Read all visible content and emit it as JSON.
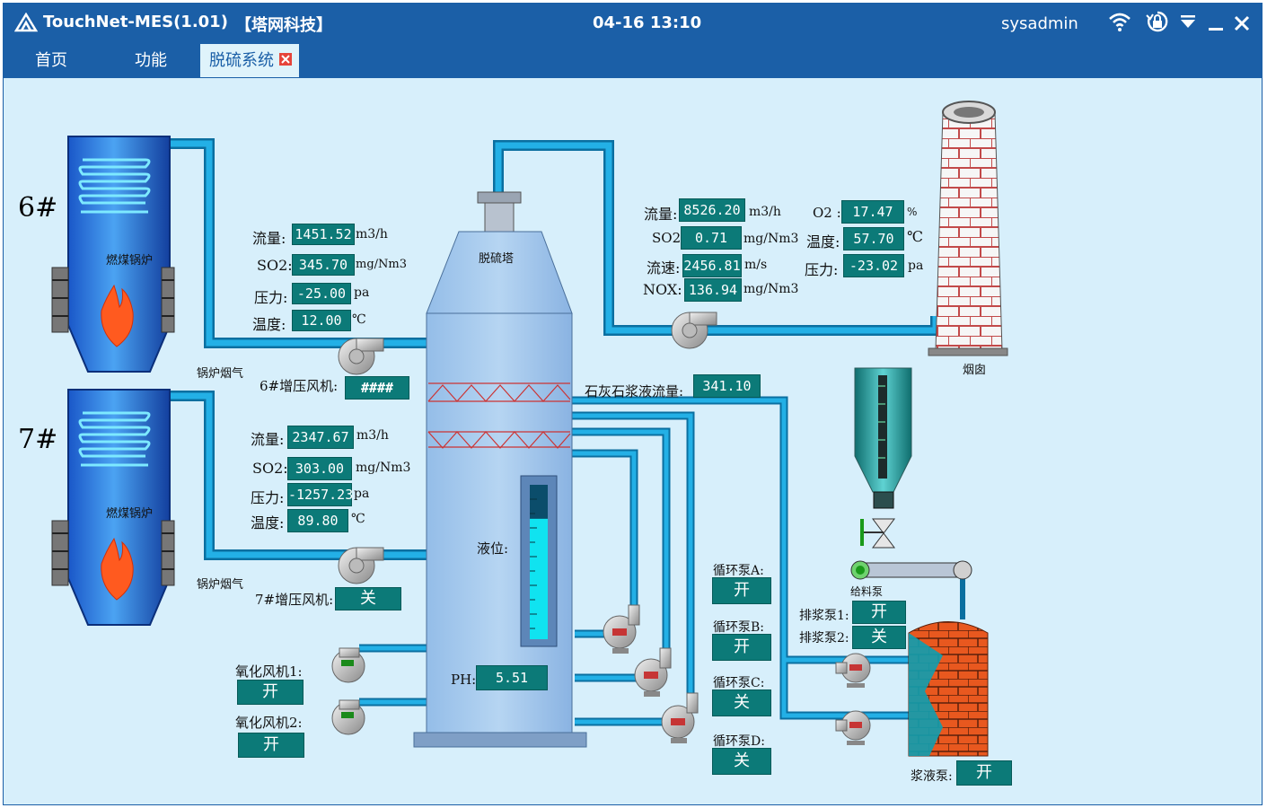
{
  "app": {
    "title": "TouchNet-MES(1.01)",
    "company": "【塔网科技】",
    "datetime": "04-16 13:10",
    "user": "sysadmin"
  },
  "tabs": [
    {
      "label": "首页"
    },
    {
      "label": "功能"
    },
    {
      "label": "脱硫系统"
    }
  ],
  "boiler6": {
    "id": "6#",
    "name": "燃煤锅炉",
    "flue_label": "锅炉烟气",
    "fan_label": "6#增压风机:",
    "fan_value": "####",
    "flow_label": "流量:",
    "flow": "1451.52",
    "flow_unit": "m3/h",
    "so2_label": "SO2:",
    "so2": "345.70",
    "so2_unit": "mg/Nm3",
    "pressure_label": "压力:",
    "pressure": "-25.00",
    "pressure_unit": "pa",
    "temp_label": "温度:",
    "temp": "12.00",
    "temp_unit": "℃"
  },
  "boiler7": {
    "id": "7#",
    "name": "燃煤锅炉",
    "flue_label": "锅炉烟气",
    "fan_label": "7#增压风机:",
    "fan_value": "关",
    "flow_label": "流量:",
    "flow": "2347.67",
    "flow_unit": "m3/h",
    "so2_label": "SO2:",
    "so2": "303.00",
    "so2_unit": "mg/Nm3",
    "pressure_label": "压力:",
    "pressure": "-1257.23",
    "pressure_unit": "pa",
    "temp_label": "温度:",
    "temp": "89.80",
    "temp_unit": "℃"
  },
  "tower": {
    "name": "脱硫塔",
    "level_label": "液位:",
    "ph_label": "PH:",
    "ph": "5.51",
    "level_fraction": 0.78
  },
  "outlet": {
    "flow_label": "流量:",
    "flow": "8526.20",
    "flow_unit": "m3/h",
    "so2_label": "SO2:",
    "so2": "0.71",
    "so2_unit": "mg/Nm3",
    "speed_label": "流速:",
    "speed": "2456.81",
    "speed_unit": "m/s",
    "nox_label": "NOX:",
    "nox": "136.94",
    "nox_unit": "mg/Nm3",
    "o2_label": "O2 :",
    "o2": "17.47",
    "o2_unit": "%",
    "temp_label": "温度:",
    "temp": "57.70",
    "temp_unit": "℃",
    "pressure_label": "压力:",
    "pressure": "-23.02",
    "pressure_unit": "pa"
  },
  "chimney": {
    "name": "烟囱"
  },
  "slurry": {
    "flow_label": "石灰石浆液流量:",
    "flow": "341.10"
  },
  "pumps": {
    "a_label": "循环泵A:",
    "a": "开",
    "b_label": "循环泵B:",
    "b": "开",
    "c_label": "循环泵C:",
    "c": "关",
    "d_label": "循环泵D:",
    "d": "关",
    "feeder_label": "给料泵",
    "drain1_label": "排浆泵1:",
    "drain1": "开",
    "drain2_label": "排浆泵2:",
    "drain2": "关",
    "slurry_pump_label": "浆液泵:",
    "slurry_pump": "开"
  },
  "oxidation": {
    "fan1_label": "氧化风机1:",
    "fan1": "开",
    "fan2_label": "氧化风机2:",
    "fan2": "开"
  },
  "colors": {
    "accent": "#1b5fa7",
    "pipe": "#1ba3d6",
    "valuebox": "#0c7a78",
    "brick": "#e8581f",
    "flame": "#ff5a1f"
  }
}
